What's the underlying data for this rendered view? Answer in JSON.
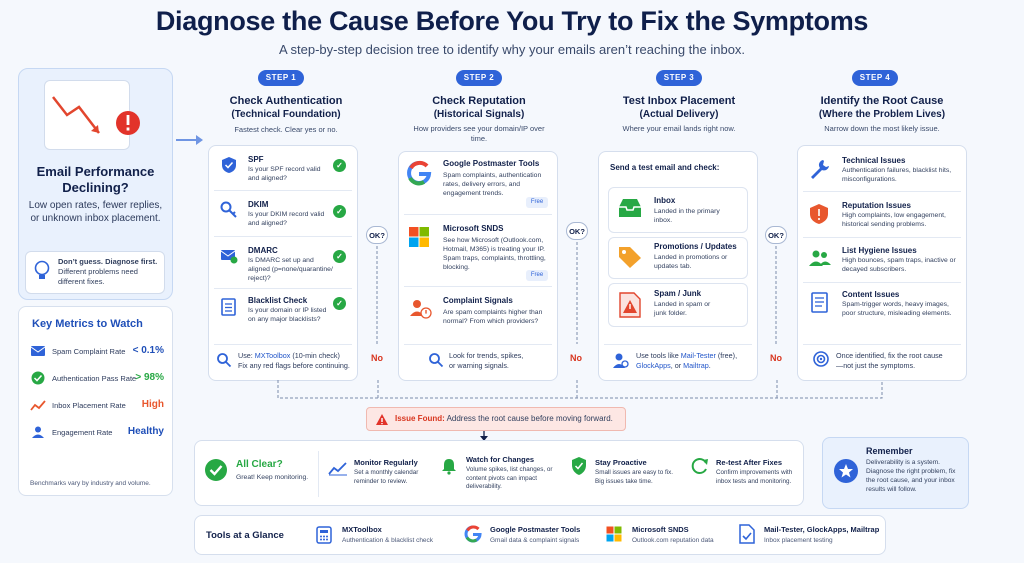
{
  "header": {
    "title": "Diagnose the Cause Before You Try to Fix the Symptoms",
    "subtitle": "A step-by-step decision tree to identify why your emails aren’t reaching the inbox."
  },
  "left_panel": {
    "heading": "Email Performance Declining?",
    "subtext": "Low open rates, fewer replies, or unknown inbox placement.",
    "tip_bold": "Don’t guess. Diagnose first.",
    "tip_rest": "Different problems need different fixes.",
    "icons": [
      "document-icon",
      "declining-chart-icon",
      "warning-icon",
      "lightbulb-icon"
    ]
  },
  "metrics": {
    "title": "Key Metrics to Watch",
    "rows": [
      {
        "label": "Spam Complaint Rate",
        "value": "< 0.1%",
        "color": "#1f4fb8",
        "icon": "envelope-icon"
      },
      {
        "label": "Authentication Pass Rate",
        "value": "> 98%",
        "color": "#27a844",
        "icon": "check-circle-icon"
      },
      {
        "label": "Inbox Placement Rate",
        "value": "High",
        "color": "#e8572e",
        "icon": "trend-icon"
      },
      {
        "label": "Engagement Rate",
        "value": "Healthy",
        "color": "#1f4fb8",
        "icon": "user-icon"
      }
    ],
    "note": "Benchmarks vary by industry and volume."
  },
  "steps": [
    {
      "pill": "STEP 1",
      "title": "Check Authentication",
      "subtitle": "(Technical Foundation)",
      "desc": "Fastest check. Clear yes or no.",
      "items": [
        {
          "name": "SPF",
          "desc": "Is your SPF record valid and aligned?",
          "icon": "shield-icon"
        },
        {
          "name": "DKIM",
          "desc": "Is your DKIM record valid and aligned?",
          "icon": "key-icon"
        },
        {
          "name": "DMARC",
          "desc": "Is DMARC set up and aligned (p=none/quarantine/ reject)?",
          "icon": "envelope-check-icon"
        },
        {
          "name": "Blacklist Check",
          "desc": "Is your domain or IP listed on any major blacklists?",
          "icon": "list-icon"
        }
      ],
      "footer_pre": "Use: ",
      "footer_link": "MXToolbox",
      "footer_post": " (10-min check)",
      "footer_line2": "Fix any red flags before continuing."
    },
    {
      "pill": "STEP 2",
      "title": "Check Reputation",
      "subtitle": "(Historical Signals)",
      "desc": "How providers see your domain/IP over time.",
      "items": [
        {
          "name": "Google Postmaster Tools",
          "desc": "Spam complaints, authentication rates, delivery errors, and engagement trends.",
          "icon": "google-icon",
          "badge": "Free"
        },
        {
          "name": "Microsoft SNDS",
          "desc": "See how Microsoft (Outlook.com, Hotmail, M365) is treating your IP. Spam traps, complaints, throttling, blocking.",
          "icon": "microsoft-icon",
          "badge": "Free"
        },
        {
          "name": "Complaint Signals",
          "desc": "Are spam complaints higher than normal? From which providers?",
          "icon": "user-alert-icon"
        }
      ],
      "footer_line1": "Look for trends, spikes,",
      "footer_line2": "or warning signals."
    },
    {
      "pill": "STEP 3",
      "title": "Test Inbox Placement",
      "subtitle": "(Actual Delivery)",
      "desc": "Where your email lands right now.",
      "lead": "Send a test email and check:",
      "items": [
        {
          "name": "Inbox",
          "desc": "Landed in the primary inbox.",
          "icon": "inbox-icon"
        },
        {
          "name": "Promotions / Updates",
          "desc": "Landed in promotions or updates tab.",
          "icon": "tag-icon"
        },
        {
          "name": "Spam / Junk",
          "desc": "Landed in spam or junk folder.",
          "icon": "spam-icon"
        }
      ],
      "footer_pre": "Use tools like ",
      "footer_link1": "Mail-Tester",
      "footer_mid": " (free),",
      "footer_link2": "GlockApps",
      "footer_mid2": ", or ",
      "footer_link3": "Mailtrap",
      "footer_post": "."
    },
    {
      "pill": "STEP 4",
      "title": "Identify the Root Cause",
      "subtitle": "(Where the Problem Lives)",
      "desc": "Narrow down the most likely issue.",
      "items": [
        {
          "name": "Technical Issues",
          "desc": "Authentication failures, blacklist hits, misconfigurations.",
          "icon": "wrench-icon"
        },
        {
          "name": "Reputation Issues",
          "desc": "High complaints, low engagement, historical sending problems.",
          "icon": "shield-alert-icon"
        },
        {
          "name": "List Hygiene Issues",
          "desc": "High bounces, spam traps, inactive or decayed subscribers.",
          "icon": "users-icon"
        },
        {
          "name": "Content Issues",
          "desc": "Spam-trigger words, heavy images, poor structure, misleading elements.",
          "icon": "document-icon"
        }
      ],
      "footer_line1": "Once identified, fix the root cause",
      "footer_line2": "—not just the symptoms."
    }
  ],
  "flow": {
    "ok": "OK?",
    "no": "No"
  },
  "issue": {
    "bold": "Issue Found:",
    "rest": " Address the root cause before moving forward."
  },
  "bottom": {
    "all_clear": "All Clear?",
    "all_clear_sub": "Great! Keep monitoring.",
    "items": [
      {
        "title": "Monitor Regularly",
        "desc": "Set a monthly calendar reminder to review.",
        "icon": "chart-icon"
      },
      {
        "title": "Watch for Changes",
        "desc": "Volume spikes, list changes, or content pivots can impact deliverability.",
        "icon": "bell-icon"
      },
      {
        "title": "Stay Proactive",
        "desc": "Small issues are easy to fix. Big issues take time.",
        "icon": "shield-check-icon"
      },
      {
        "title": "Re-test After Fixes",
        "desc": "Confirm improvements with inbox tests and monitoring.",
        "icon": "refresh-icon"
      }
    ]
  },
  "remember": {
    "title": "Remember",
    "text": "Deliverability is a system. Diagnose the right problem, fix the root cause, and your inbox results will follow."
  },
  "tools": {
    "label": "Tools at a Glance",
    "items": [
      {
        "name": "MXToolbox",
        "desc": "Authentication & blacklist check",
        "icon": "calculator-icon"
      },
      {
        "name": "Google Postmaster Tools",
        "desc": "Gmail data & complaint signals",
        "icon": "google-icon"
      },
      {
        "name": "Microsoft SNDS",
        "desc": "Outlook.com reputation data",
        "icon": "microsoft-icon"
      },
      {
        "name": "Mail-Tester, GlockApps, Mailtrap",
        "desc": "Inbox placement testing",
        "icon": "test-icon"
      }
    ]
  },
  "colors": {
    "accent": "#2f63d8",
    "success": "#27a844",
    "danger": "#d8361f",
    "warning": "#e8572e"
  }
}
